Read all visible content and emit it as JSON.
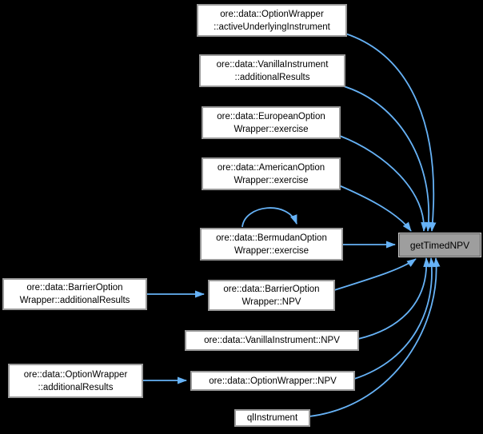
{
  "diagram": {
    "type": "call-graph",
    "target_function": "getTimedNPV",
    "colors": {
      "background": "#000000",
      "edge": "#66b2f6",
      "node_fill": "#ffffff",
      "node_border": "#9a9a9a",
      "highlight_fill": "#9e9e9e",
      "text": "#000000"
    },
    "nodes": [
      {
        "id": "optionwrapper-activeunderlyinginstrument",
        "lines": [
          "ore::data::OptionWrapper",
          "::activeUnderlyingInstrument"
        ]
      },
      {
        "id": "vanillainstrument-additionalresults",
        "lines": [
          "ore::data::VanillaInstrument",
          "::additionalResults"
        ]
      },
      {
        "id": "europeanoptionwrapper-exercise",
        "lines": [
          "ore::data::EuropeanOption",
          "Wrapper::exercise"
        ]
      },
      {
        "id": "americanoptionwrapper-exercise",
        "lines": [
          "ore::data::AmericanOption",
          "Wrapper::exercise"
        ]
      },
      {
        "id": "bermudanoptionwrapper-exercise",
        "lines": [
          "ore::data::BermudanOption",
          "Wrapper::exercise"
        ]
      },
      {
        "id": "barrieroptionwrapper-additionalresults",
        "lines": [
          "ore::data::BarrierOption",
          "Wrapper::additionalResults"
        ]
      },
      {
        "id": "barrieroptionwrapper-npv",
        "lines": [
          "ore::data::BarrierOption",
          "Wrapper::NPV"
        ]
      },
      {
        "id": "vanillainstrument-npv",
        "lines": [
          "ore::data::VanillaInstrument::NPV"
        ]
      },
      {
        "id": "optionwrapper-additionalresults",
        "lines": [
          "ore::data::OptionWrapper",
          "::additionalResults"
        ]
      },
      {
        "id": "optionwrapper-npv",
        "lines": [
          "ore::data::OptionWrapper::NPV"
        ]
      },
      {
        "id": "qlinstrument",
        "lines": [
          "qlInstrument"
        ]
      },
      {
        "id": "gettimednpv",
        "lines": [
          "getTimedNPV"
        ],
        "highlight": true
      }
    ],
    "edges": [
      {
        "from": "optionwrapper-activeunderlyinginstrument",
        "to": "gettimednpv"
      },
      {
        "from": "vanillainstrument-additionalresults",
        "to": "gettimednpv"
      },
      {
        "from": "europeanoptionwrapper-exercise",
        "to": "gettimednpv"
      },
      {
        "from": "americanoptionwrapper-exercise",
        "to": "gettimednpv"
      },
      {
        "from": "bermudanoptionwrapper-exercise",
        "to": "gettimednpv"
      },
      {
        "from": "bermudanoptionwrapper-exercise",
        "to": "bermudanoptionwrapper-exercise"
      },
      {
        "from": "barrieroptionwrapper-additionalresults",
        "to": "barrieroptionwrapper-npv"
      },
      {
        "from": "barrieroptionwrapper-npv",
        "to": "gettimednpv"
      },
      {
        "from": "vanillainstrument-npv",
        "to": "gettimednpv"
      },
      {
        "from": "optionwrapper-additionalresults",
        "to": "optionwrapper-npv"
      },
      {
        "from": "optionwrapper-npv",
        "to": "gettimednpv"
      },
      {
        "from": "qlinstrument",
        "to": "gettimednpv"
      }
    ]
  }
}
